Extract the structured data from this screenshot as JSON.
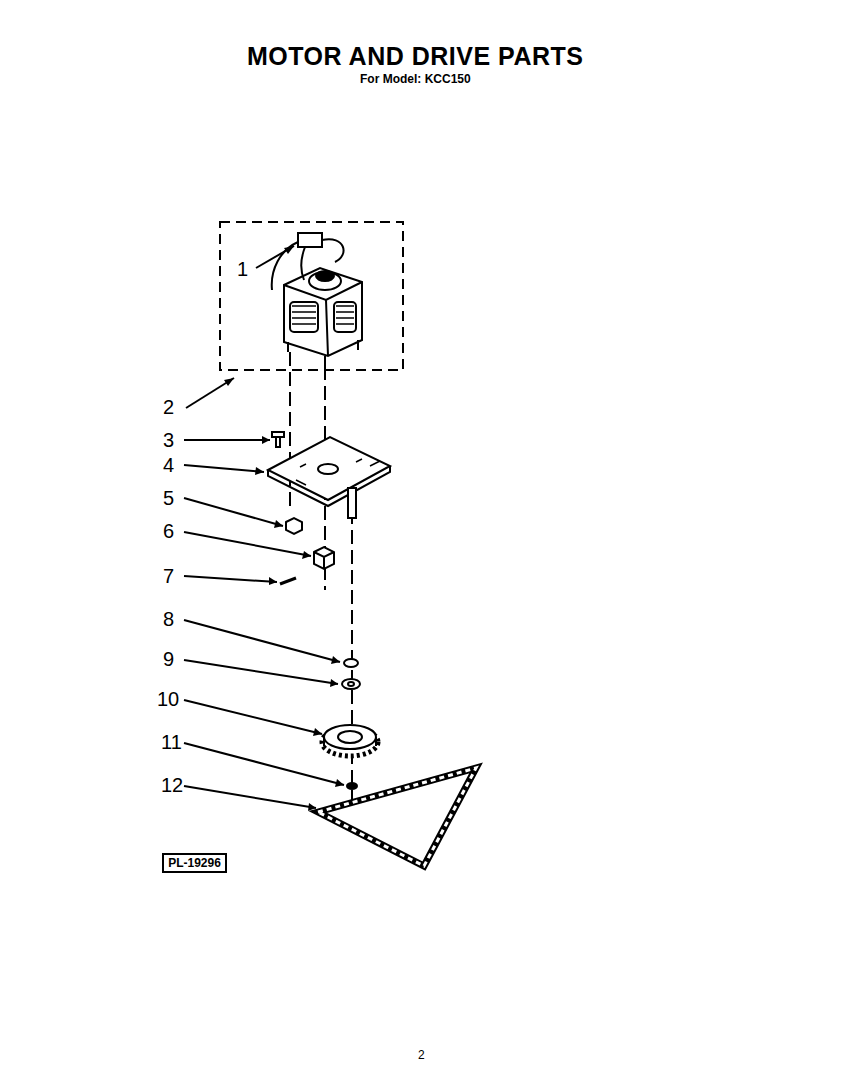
{
  "diagram": {
    "title": "MOTOR AND DRIVE PARTS",
    "nodes": [
      {
        "text": [
          "PL-19296"
        ]
      }
    ],
    "labels": [
      "For Model: KCC150",
      "1",
      "2",
      "3",
      "4",
      "5",
      "6",
      "7",
      "8",
      "9",
      "10",
      "11",
      "12",
      "2"
    ]
  }
}
